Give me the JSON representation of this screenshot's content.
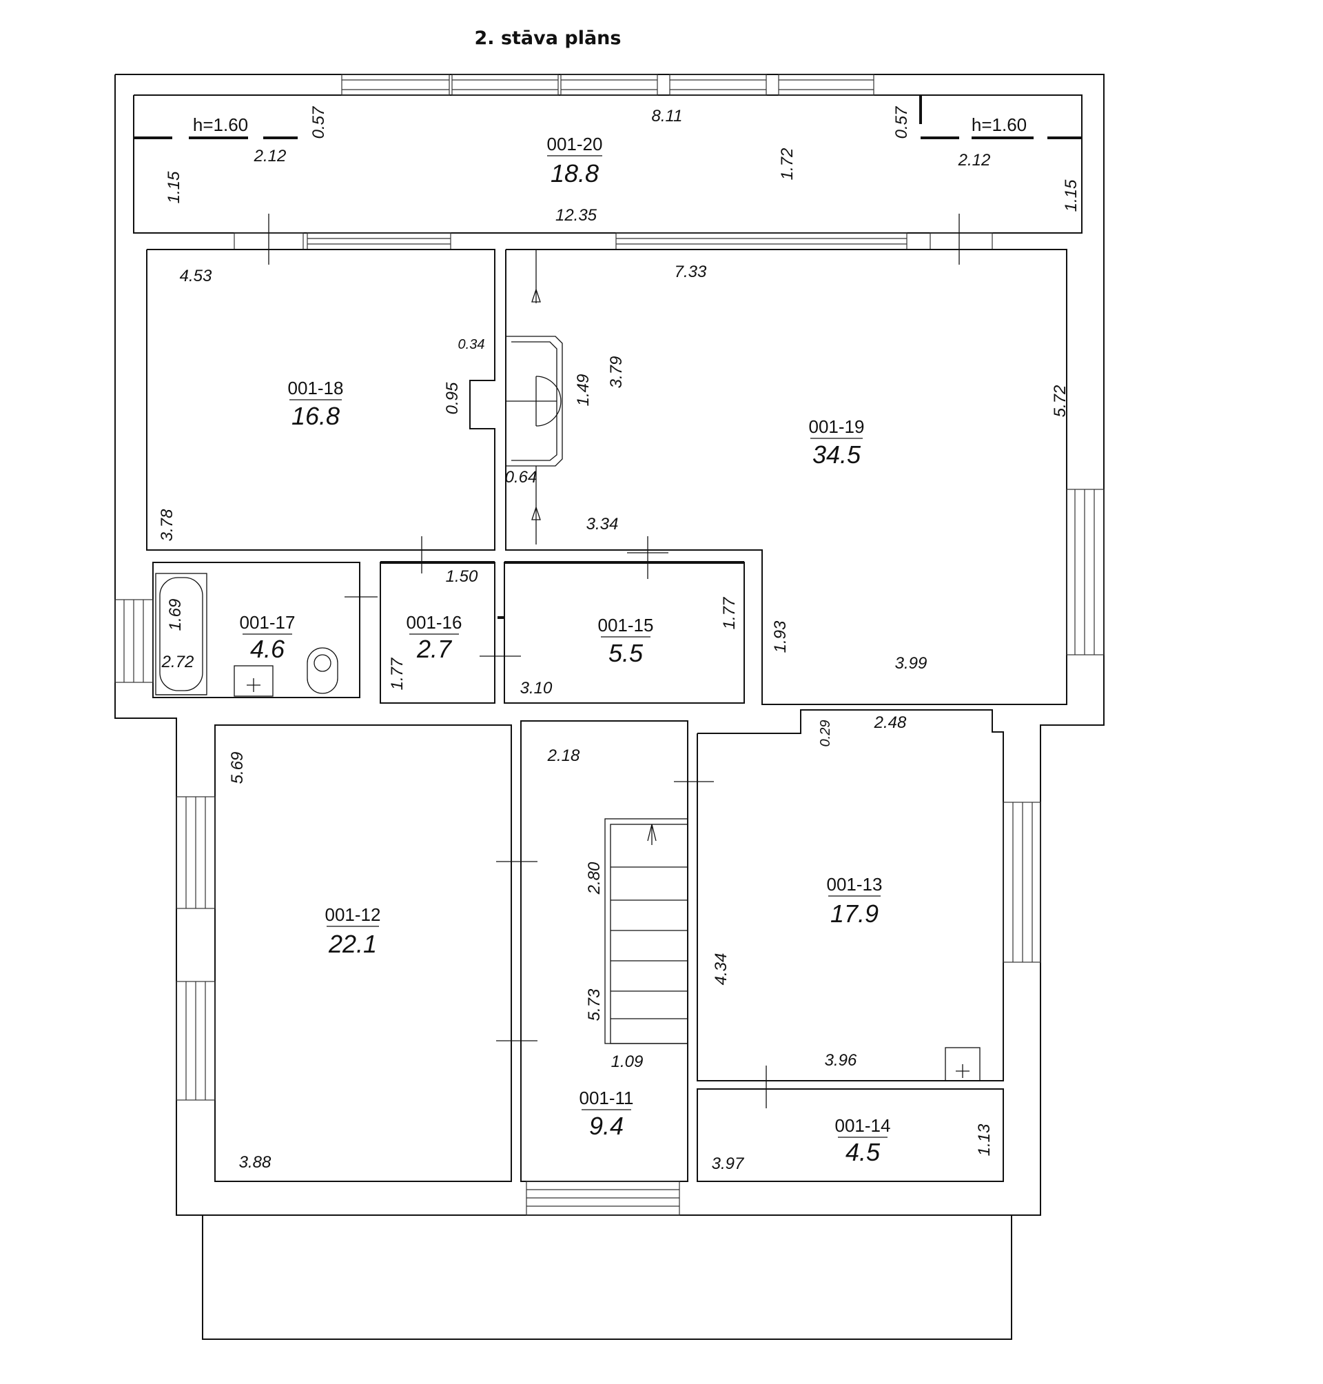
{
  "title": "2. stāva plāns",
  "rooms": [
    {
      "code": "001-20",
      "area": "18.8"
    },
    {
      "code": "001-18",
      "area": "16.8"
    },
    {
      "code": "001-19",
      "area": "34.5"
    },
    {
      "code": "001-17",
      "area": "4.6"
    },
    {
      "code": "001-16",
      "area": "2.7"
    },
    {
      "code": "001-15",
      "area": "5.5"
    },
    {
      "code": "001-12",
      "area": "22.1"
    },
    {
      "code": "001-11",
      "area": "9.4"
    },
    {
      "code": "001-13",
      "area": "17.9"
    },
    {
      "code": "001-14",
      "area": "4.5"
    }
  ],
  "dimensions": {
    "h_left": "h=1.60",
    "h_right": "h=1.60",
    "d_057_left": "0.57",
    "d_057_right": "0.57",
    "d_811": "8.11",
    "d_212_left": "2.12",
    "d_212_right": "2.12",
    "d_115_left": "1.15",
    "d_115_right": "1.15",
    "d_172": "1.72",
    "d_1235": "12.35",
    "d_453": "4.53",
    "d_733": "7.33",
    "d_034": "0.34",
    "d_095": "0.95",
    "d_149": "1.49",
    "d_379": "3.79",
    "d_572": "5.72",
    "d_064": "0.64",
    "d_378": "3.78",
    "d_334": "3.34",
    "d_150": "1.50",
    "d_169": "1.69",
    "d_272": "2.72",
    "d_177_left": "1.77",
    "d_177_right": "1.77",
    "d_193": "1.93",
    "d_399": "3.99",
    "d_310": "3.10",
    "d_029": "0.29",
    "d_248": "2.48",
    "d_569": "5.69",
    "d_218": "2.18",
    "d_280": "2.80",
    "d_573": "5.73",
    "d_434": "4.34",
    "d_109": "1.09",
    "d_396": "3.96",
    "d_388": "3.88",
    "d_397": "3.97",
    "d_113": "1.13"
  }
}
